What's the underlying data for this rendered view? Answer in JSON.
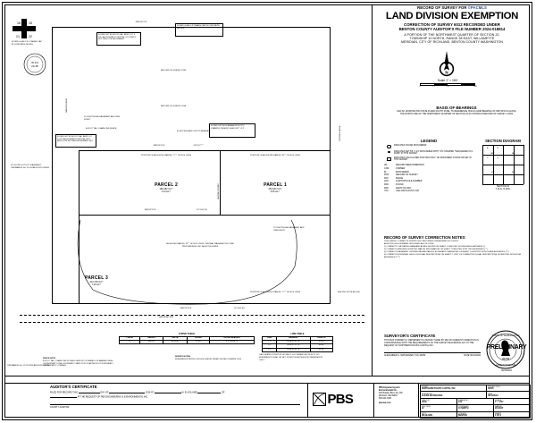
{
  "document": {
    "record_line": "RECORD OF SURVEY FOR",
    "brand": "PACMLS",
    "title": "LAND DIVISION EXEMPTION",
    "subtitle_1": "CORRECTION OF SURVEY 6012 RECORDED UNDER",
    "subtitle_2": "BENTON COUNTY AUDITOR'S FILE NUMBER 2024-018814",
    "legal_line_1": "A PORTION OF THE NORTHWEST QUARTER OF SECTION 22,",
    "legal_line_2": "TOWNSHIP 10 NORTH, RANGE 28 EAST, WILLAMETTE",
    "legal_line_3": "MERIDIAN, CITY OF RICHLAND, BENTON COUNTY WASHINGTON"
  },
  "north_arrow": {
    "label": "N"
  },
  "scale": {
    "label": "Scale  1\" = 150'",
    "ticks": [
      "0",
      "75",
      "150",
      "300"
    ]
  },
  "basis_of_bearings": {
    "heading": "BASIS OF BEARINGS",
    "body": "NAD 83, WASHINGTON STATE PLANE SOUTH ZONE, TO REFERENCE HOLD A GRID BEARING OF N89°40'21\"E ALONG THE NORTH LINE OF THE NORTHWEST QUARTER OF SECTION 22 AS SHOWN IN RECORD OF SURVEY 1-2604"
  },
  "legend": {
    "heading": "LEGEND",
    "symbols": [
      {
        "symbol": "open-circle",
        "text": "INDICATES FOUND IRON REBAR"
      },
      {
        "symbol": "filled-circle",
        "text": "INDICATES SET 5/8\" X 24\" IRON REBAR WITH YPC STAMPED \"WATARAZED PLS 46259\" IN THIS SURVEY"
      },
      {
        "symbol": "open-square",
        "text": "INDICATES CALCULATED POSITION ONLY, NO MONUMENT FOUND OR SET IN THIS SURVEY"
      }
    ],
    "abbreviations": [
      {
        "key": "(R)",
        "value": "RECORD DEED DIMENSION"
      },
      {
        "key": "COR",
        "value": "CORNER"
      },
      {
        "key": "IR",
        "value": "IRON REBAR"
      },
      {
        "key": "ROS",
        "value": "RECORD OF SURVEY"
      },
      {
        "key": "FNC",
        "value": "FENCE"
      },
      {
        "key": "AFN",
        "value": "AUDITOR'S FILE NUMBER"
      },
      {
        "key": "FND",
        "value": "FOUND"
      },
      {
        "key": "R/W",
        "value": "RIGHT-OF-WAY"
      },
      {
        "key": "YPC",
        "value": "YELLOW PLASTIC CAP"
      }
    ]
  },
  "section_diagram": {
    "heading": "SECTION DIAGRAM",
    "cells": [
      "NW",
      "NE",
      "SW",
      "SE"
    ],
    "quarter_quarter": [
      "A",
      "B",
      "C",
      "D"
    ],
    "caption_1": "SECTION  22",
    "caption_2": "T 10 N., R 28 E."
  },
  "ros_notes": {
    "heading": "RECORD OF SURVEY CORRECTION NOTES",
    "lines": [
      "THIS SURVEY CORRECTS SURVEY 6012 RECORDED UNDER BENTON COUNTY",
      "AUDITOR'S FILE NUMBER 2024-018814 AS FOLLOWS:",
      "1)  CORRECTS THE PARCEL AREA AND ACRES SHOWN ON SHEET 1 DENOTED WITH A SINGLE ASTERISK (*)",
      "2)  CORRECTS AND ADDS EXISTING PARCEL INFORMATION ON SHEET 1 DENOTED WITH TWO ASTERISKS (**)",
      "3)  CORRECTS EASEMENT CENTERLINE AND PARCEL BOUNDARY DIMENSIONS ON SHEET 1 DENOTED WITH THREE ASTERISKS (***)",
      "4)  CORRECTS BOUNDING CALLS ON LEGAL DESCRIPTIONS ON SHEET 2, TEXT OF CORRECTED LEGAL DESCRIPTIONS IS DENOTED WITH FOUR ASTERISKS (****)"
    ]
  },
  "surveyors_certificate": {
    "heading": "SURVEYOR'S CERTIFICATE",
    "body": "THIS MAP CORRECTLY REPRESENTS A SURVEY MADE BY ME OR UNDER MY DIRECTION IN CONFORMANCE WITH THE REQUIREMENTS OF THE SURVEY RECORDING ACT AT THE REQUEST OF NORTHERN PACIFIC CAPITAL INC.",
    "signer": "ALEXANDER G. WATARAZED, PLS 46259",
    "date_label": "DATE",
    "date_value": "06/11/2024"
  },
  "stamp": {
    "text": "PRELIMINARY",
    "seal_top": "STATE OF WASHINGTON",
    "seal_bottom": "REGISTERED PROFESSIONAL LAND SURVEYOR",
    "seal_number": "46259",
    "date": "06/11/2024"
  },
  "auditors_certificate": {
    "heading": "AUDITOR'S CERTIFICATE",
    "line_1_a": "FILED FOR RECORD THIS",
    "line_1_b": "DAY OF",
    "line_1_c": "2024 AT",
    "line_1_d": "M. IN VOLUME",
    "line_1_e": "OF",
    "line_2_a": "AT THE REQUEST OF PBS ENGINEERING & ENVIRONMENTAL INC.",
    "sign_label": "COUNTY AUDITOR"
  },
  "pbs": {
    "logo_text": "PBS",
    "company": "PBS Engineering and",
    "company_2": "Environmental Inc.",
    "address": "400 Bradley Blvd, Ste 106",
    "city": "Richland, WA 99352",
    "phone": "509.942.1660",
    "web": "pbsusa.com"
  },
  "title_block": {
    "rows": [
      [
        {
          "key": "CLIENT",
          "value": "NORTHERN PACIFIC CAPITAL INC"
        },
        {
          "key": "PROJECT NO.",
          "value": "60005"
        }
      ],
      [
        {
          "key": "SURVEYOR",
          "value": "ALEXIS WATARAZED"
        },
        {
          "key": "DATE",
          "value": "06/11/2024"
        }
      ],
      [
        {
          "key": "CALC BY",
          "value": "AGW"
        },
        {
          "key": "DRAWN BY",
          "value": "CJJ"
        },
        {
          "key": "SCALE",
          "value": "1\" = 150'"
        }
      ],
      [
        {
          "key": "SECTION",
          "value": "22"
        },
        {
          "key": "TOWNSHIP",
          "value": "10 NORTH"
        },
        {
          "key": "RANGE",
          "value": "28 EAST"
        }
      ],
      [
        {
          "key": "CITY",
          "value": "RICHLAND"
        },
        {
          "key": "COUNTY",
          "value": "BENTON"
        },
        {
          "key": "SHEET",
          "value": "1  OF  2"
        }
      ]
    ]
  },
  "map": {
    "section_corner": {
      "quadrants": [
        "16",
        "15",
        "21",
        "22"
      ],
      "note_1": "FOUND & HELD 3.5\" BRASS CAP",
      "note_2": "IN CONCRETE (MONO)"
    },
    "found_monuments": [
      {
        "text": "FOUND & HELD 3\" BRASS CAP IN CONCRETE (MONO)"
      },
      {
        "text": "FOUND 5/8\" IR W/OUT CAP, BENT, 0.2' S OF CALCULATED POSITION, 0.13' WEST, NOT HELD FOR ALIGNMENT"
      },
      {
        "text": "FOUND 5/8\" IRON REBAR WITH YPC STAMPED \"ERM BY GEM 0.38'\" 1.13\""
      },
      {
        "text": "FOUND 5/8\" IR W/OUT CAP, BENT, 0.2' S OF CALCULATED POSITION, NOT HELD FOR SET NEW MONUMENT SET"
      }
    ],
    "easement_labels": [
      "10' ELECTRICAL EASEMENT AFN 1999-075817",
      "8-FOOT TALL CHAIN LINK FENCE",
      "40' ACCESS AND UTILITY EASEMENT",
      "15' ELECTRICAL EASEMENT AFN 1996-075817",
      "30' SLOPE & UTILITY EASEMENT ORDINANCE No. 22-134 AFN 2022-020855"
    ],
    "parcels": [
      {
        "portion": "PORTION OF ADJUSTED PARCEL \"C\"** OF ROS #2609",
        "name": "PARCEL 2",
        "area_sf": "180,482 S.F.*",
        "area_ac": "4.14 AC.*"
      },
      {
        "portion": "PORTION OF ADJUSTED PARCEL \"A\"** OF ROS #2609",
        "name": "PARCEL 1",
        "area_sf": "263,542 S.F.*",
        "area_ac": "6.05 AC.*"
      },
      {
        "portion": "ADJUSTED PARCEL \"B\"** OF ROS #2609, CENTRAL WASHINGTON CORE PROCEEDINGS, INC. AFN 1222-020855",
        "name": "PARCEL 3",
        "area_sf": "313,745 S.F.*",
        "area_ac": "7.20 AC.*"
      },
      {
        "portion": "PORTION OF ADJUSTED PARCEL \"C\"** OF ROS #2609",
        "name": "",
        "area_sf": "",
        "area_ac": ""
      }
    ],
    "street_labels": [
      "STEVENS DRIVE",
      "SAYLOR DRIVE",
      "SNYDER STREET",
      "RAILROAD R/W"
    ],
    "bearings": [
      "N89°40'21\"E",
      "N89°52'31\"E",
      "1073.12'***",
      "N89°52'31\"E",
      "1171.69' (D)",
      "S00°07'29\"E",
      "N89°52'31\"E",
      "789.04'",
      "1100.51'",
      "488.04'"
    ],
    "ros_ref": "RECORD OF SURVEY 1992",
    "ros_ref_2": "RECORD OF SURVEY 2046",
    "fnc_note": "SEE FNC NOTE BELOW"
  },
  "curve_table": {
    "caption": "CURVE TABLE",
    "headers": [
      "CURVE",
      "RADIUS",
      "DELTA",
      "CHORD",
      "CHORD BEARING"
    ],
    "rows": [
      [
        "C1",
        "360.00'",
        "30°00'00\"",
        "21.48'",
        "S 17°00'04\" E"
      ]
    ]
  },
  "line_table": {
    "caption": "LINE TABLE",
    "headers": [
      "LINE",
      "BEARING",
      "LENGTH"
    ],
    "rows": [
      [
        "L1",
        "N 89°52'31\" E",
        "22.46'"
      ],
      [
        "L2",
        "N 00°07'29\" W",
        "30.00'"
      ],
      [
        "L3",
        "N 89°52'31\" E",
        "22.46'"
      ]
    ]
  },
  "notes": {
    "fence": {
      "heading": "FENCE NOTE",
      "body": "8-FOOT TALL CHAIN LINK DOUBLE GATE W/ 3 STRANDS OF BARBED WIRE ON PROPERTY LINE, SOUTHERLY GATE POST IS APPROX 0.9' NORTHERLY OF PROPERTY CORNER"
    },
    "survey": {
      "heading": "SURVEY NOTES",
      "body": "MONUMENTS NOTED ON THIS SURVEY WERE VISITED ON APRIL 2024"
    },
    "calc": {
      "body": "CALCULATED POSITION OF WEST 1/4 CORNER SECTION 22, NO MONUMENT FOUND OR SET. POSITION SHOWN FOR ORIENTATION ONLY."
    },
    "dedication": {
      "body": "ORDINANCE No. 22-134 R/W AFN 2022-020855"
    }
  }
}
